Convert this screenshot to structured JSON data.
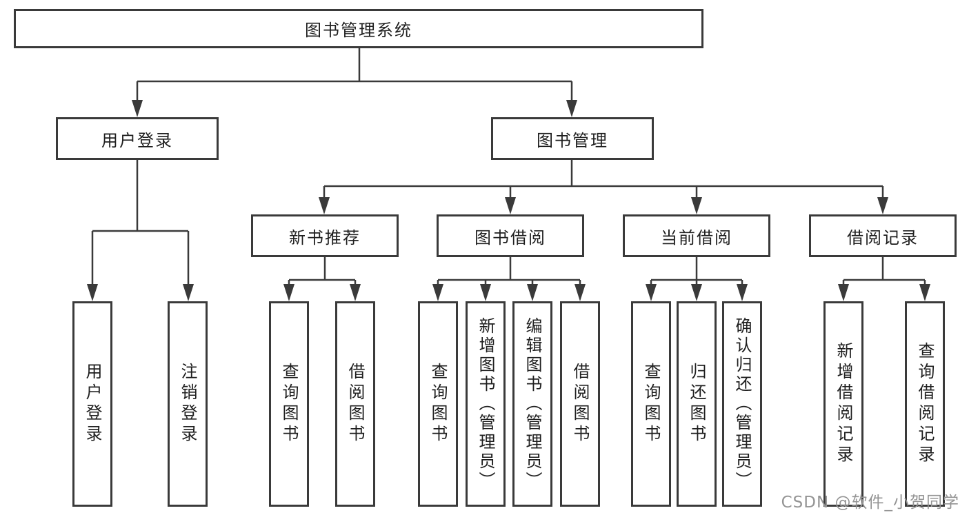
{
  "diagram": {
    "nodes": {
      "root": "图书管理系统",
      "user_login": "用户登录",
      "book_management": "图书管理",
      "new_book_recommend": "新书推荐",
      "book_borrow": "图书借阅",
      "current_borrow": "当前借阅",
      "borrow_records": "借阅记录",
      "leaf_user_login": "用户登录",
      "leaf_logout": "注销登录",
      "leaf_query_book_recommend": "查询图书",
      "leaf_borrow_book_recommend": "借阅图书",
      "leaf_query_book_borrow": "查询图书",
      "leaf_add_book_admin": "新增图书（管理员）",
      "leaf_edit_book_admin": "编辑图书（管理员）",
      "leaf_borrow_book_borrow": "借阅图书",
      "leaf_query_book_current": "查询图书",
      "leaf_return_book": "归还图书",
      "leaf_confirm_return_admin": "确认归还（管理员）",
      "leaf_add_borrow_record": "新增借阅记录",
      "leaf_query_borrow_record": "查询借阅记录"
    },
    "watermark": "CSDN @软件_小贺同学",
    "colors": {
      "line": "#3a3a3a",
      "text": "#1f1f1f",
      "watermark": "#949494",
      "background": "#ffffff"
    }
  }
}
